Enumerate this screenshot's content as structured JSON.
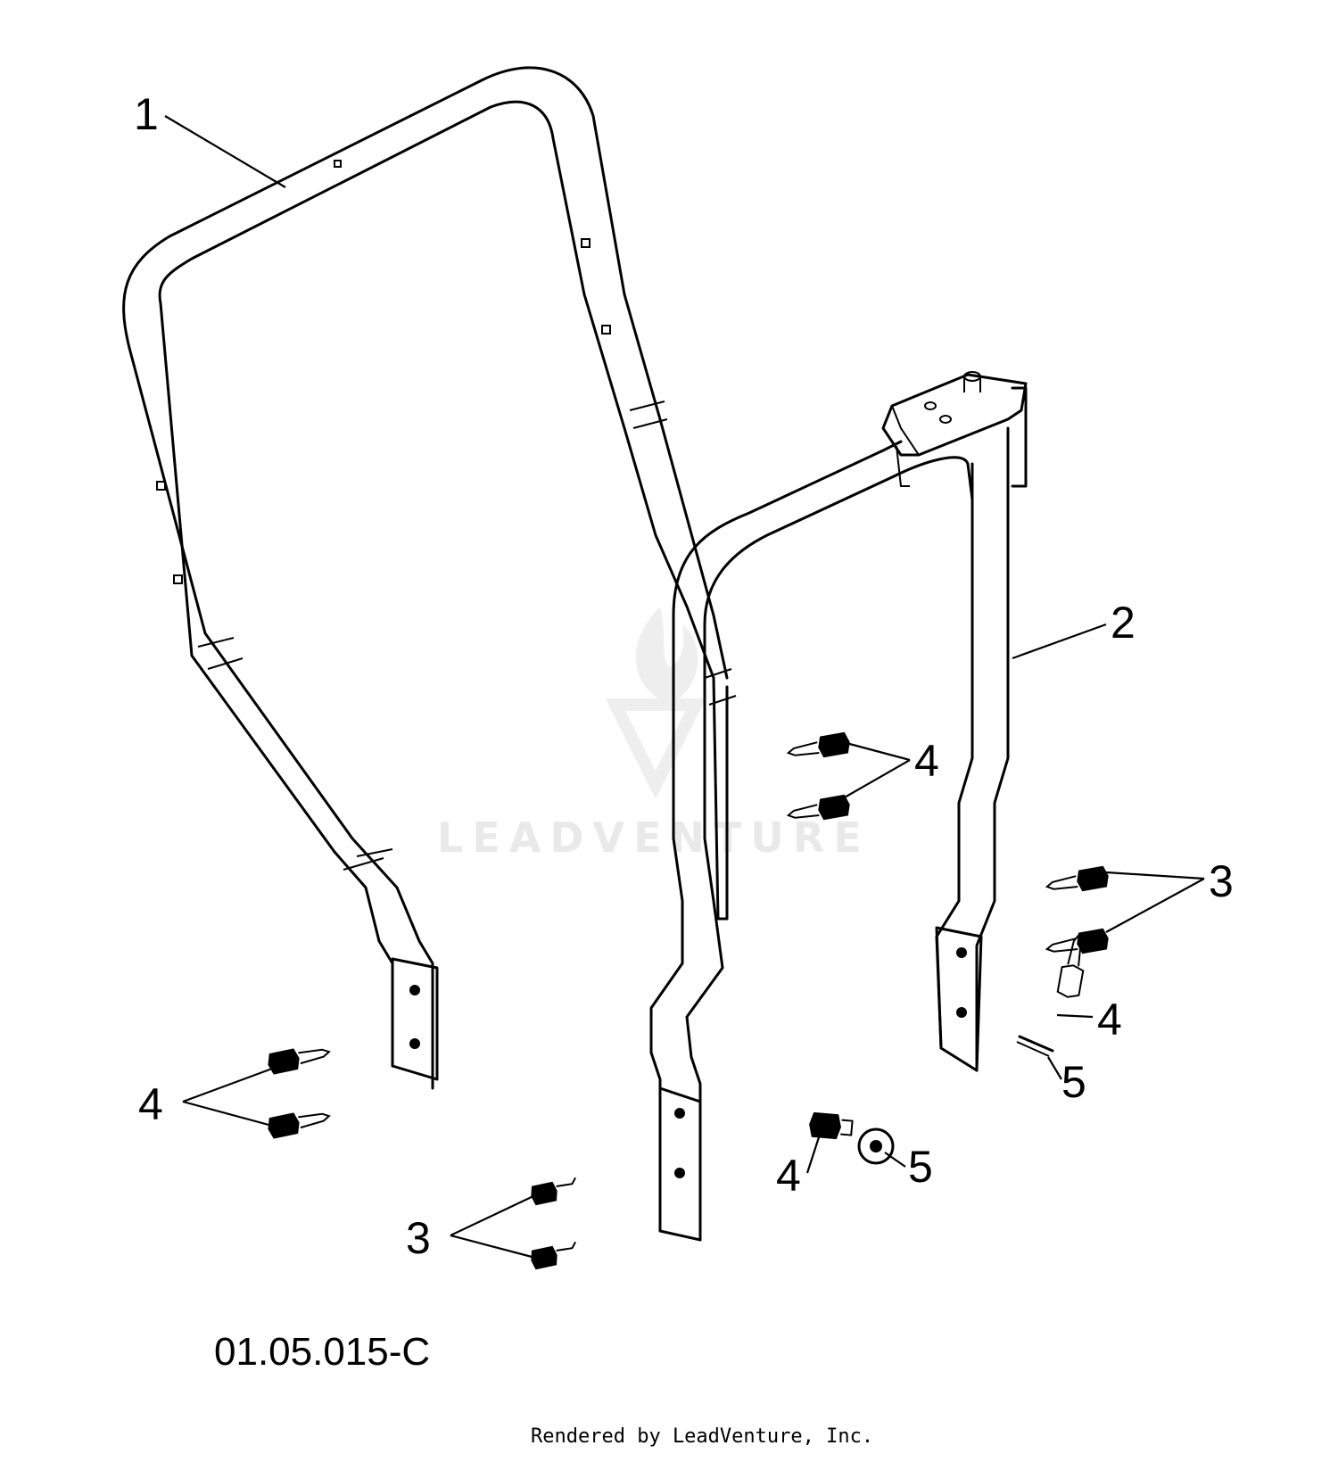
{
  "diagram": {
    "callouts": {
      "c1": "1",
      "c2": "2",
      "c3_right": "3",
      "c3_bottom": "3",
      "c4_center": "4",
      "c4_right": "4",
      "c4_left": "4",
      "c4_bottom": "4",
      "c5_right": "5",
      "c5_bottom": "5"
    },
    "figure_code": "01.05.015-C",
    "credit": "Rendered by LeadVenture, Inc.",
    "watermark": "LEADVENTURE"
  }
}
